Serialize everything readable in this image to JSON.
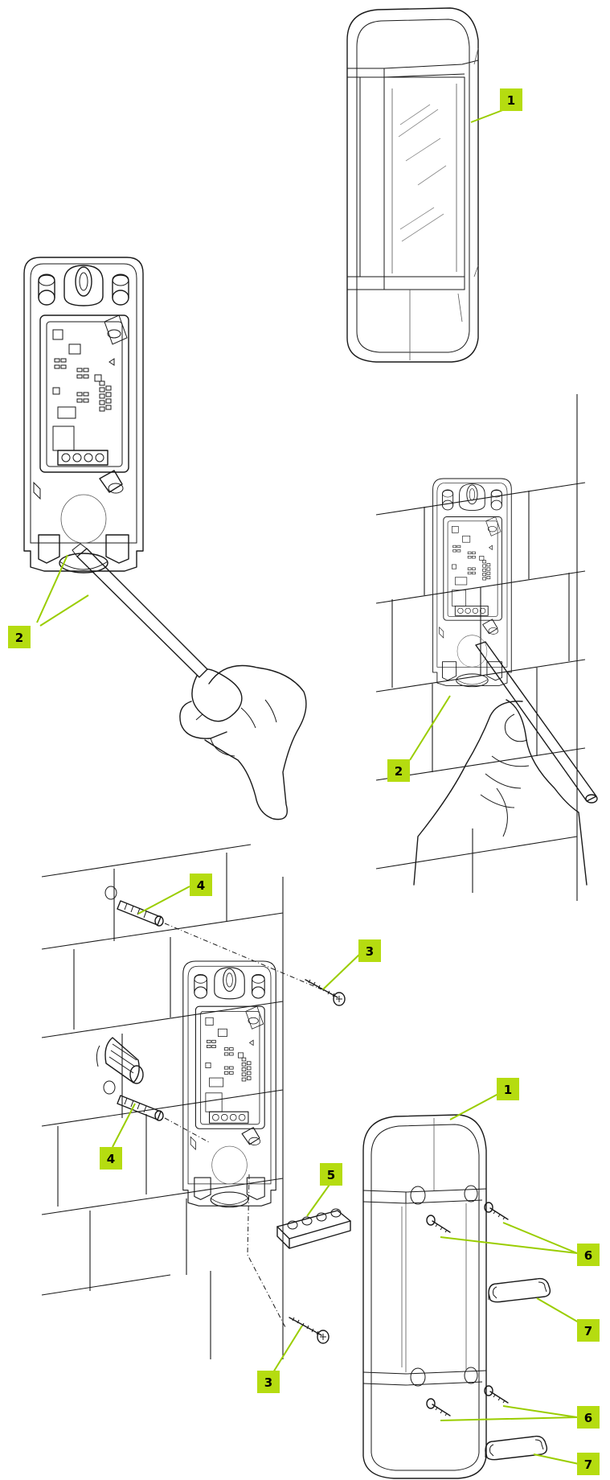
{
  "colors": {
    "callout_fill": "#b5dc10",
    "callout_line": "#9acd00",
    "line_art": "#1a1a1a"
  },
  "callouts": {
    "c1_top": "1",
    "c2_left": "2",
    "c2_right": "2",
    "c4_top": "4",
    "c3_upper": "3",
    "c1_lower": "1",
    "c4_lower": "4",
    "c5": "5",
    "c6_upper": "6",
    "c7_upper": "7",
    "c3_lower": "3",
    "c6_lower": "6",
    "c7_lower": "7"
  }
}
